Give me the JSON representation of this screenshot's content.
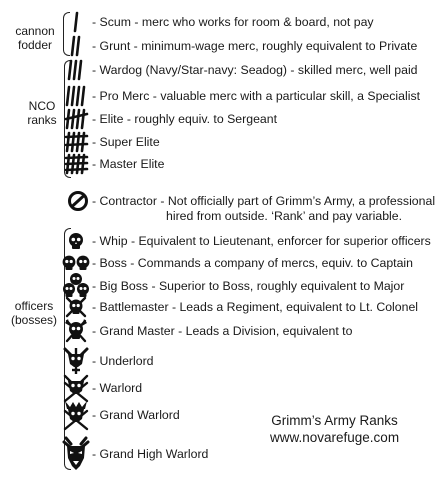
{
  "groups": {
    "cannon_fodder": [
      "cannon",
      "fodder"
    ],
    "nco": [
      "NCO",
      "ranks"
    ],
    "officers": [
      "officers",
      "(bosses)"
    ]
  },
  "ranks": [
    {
      "name": "Scum",
      "text": "- Scum - merc who works for room & board, not pay",
      "icon": "tally-1-icon"
    },
    {
      "name": "Grunt",
      "text": "- Grunt - minimum-wage merc, roughly equivalent to Private",
      "icon": "tally-2-icon"
    },
    {
      "name": "Wardog",
      "text": "- Wardog (Navy/Star-navy: Seadog) - skilled merc, well paid",
      "icon": "tally-3-icon"
    },
    {
      "name": "Pro Merc",
      "text": "- Pro Merc - valuable merc with a particular skill, a Specialist",
      "icon": "tally-4-icon"
    },
    {
      "name": "Elite",
      "text": "- Elite - roughly equiv. to Sergeant",
      "icon": "tally-5-icon"
    },
    {
      "name": "Super Elite",
      "text": "- Super Elite",
      "icon": "tally-6-icon"
    },
    {
      "name": "Master Elite",
      "text": "- Master Elite",
      "icon": "tally-7-icon"
    },
    {
      "name": "Contractor",
      "text": [
        "- Contractor - Not officially part of Grimm’s Army, a professional",
        "hired from outside. ‘Rank’ and pay variable."
      ],
      "icon": "no-entry-icon"
    },
    {
      "name": "Whip",
      "text": "- Whip - Equivalent to Lieutenant, enforcer for superior officers",
      "icon": "skull-icon"
    },
    {
      "name": "Boss",
      "text": "- Boss - Commands a company of mercs, equiv. to Captain",
      "icon": "two-skulls-icon"
    },
    {
      "name": "Big Boss",
      "text": "- Big Boss - Superior to Boss, roughly equivalent to Major",
      "icon": "three-skulls-icon"
    },
    {
      "name": "Battlemaster",
      "text": "- Battlemaster - Leads a Regiment, equivalent to Lt. Colonel",
      "icon": "skull-crossed-swords-icon"
    },
    {
      "name": "Grand Master",
      "text": "- Grand Master - Leads a Division, equivalent to",
      "icon": "winged-skull-icon"
    },
    {
      "name": "Underlord",
      "text": "- Underlord",
      "icon": "horned-skull-sword-icon"
    },
    {
      "name": "Warlord",
      "text": "- Warlord",
      "icon": "horned-skull-swords-icon"
    },
    {
      "name": "Grand Warlord",
      "text": "- Grand Warlord",
      "icon": "crowned-skull-swords-icon"
    },
    {
      "name": "Grand High Warlord",
      "text": "- Grand High Warlord",
      "icon": "demon-skull-icon"
    }
  ],
  "credit": {
    "title": "Grimm’s Army Ranks",
    "url": "www.novarefuge.com"
  }
}
